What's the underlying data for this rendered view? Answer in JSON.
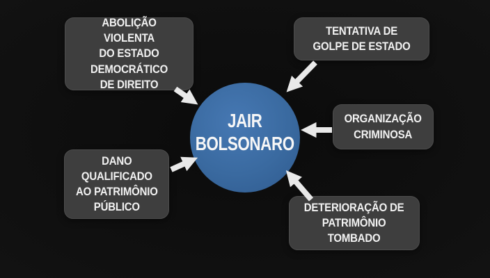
{
  "diagram": {
    "center": {
      "id": "jair-bolsonaro",
      "label": "JAIR\nBOLSONARO"
    },
    "nodes": [
      {
        "id": "abolicao-violenta",
        "label": "ABOLIÇÃO VIOLENTA\nDO ESTADO\nDEMOCRÁTICO\nDE DIREITO"
      },
      {
        "id": "tentativa-golpe",
        "label": "TENTATIVA DE\nGOLPE DE ESTADO"
      },
      {
        "id": "organizacao-criminosa",
        "label": "ORGANIZAÇÃO\nCRIMINOSA"
      },
      {
        "id": "dano-qualificado",
        "label": "DANO\nQUALIFICADO\nAO PATRIMÔNIO\nPÚBLICO"
      },
      {
        "id": "deterioracao-patrimonio",
        "label": "DETERIORAÇÃO DE\nPATRIMÔNIO\nTOMBADO"
      }
    ]
  },
  "colors": {
    "background_center": "#0b0b0b",
    "background_edge": "#1d1d1d",
    "node_bg": "#3e3e3e",
    "node_border": "#4d4d4d",
    "node_text": "#f2f2f2",
    "center_bg": "#3a6aa0",
    "center_text": "#f7f7f7",
    "arrow": "#e9e9e9"
  }
}
